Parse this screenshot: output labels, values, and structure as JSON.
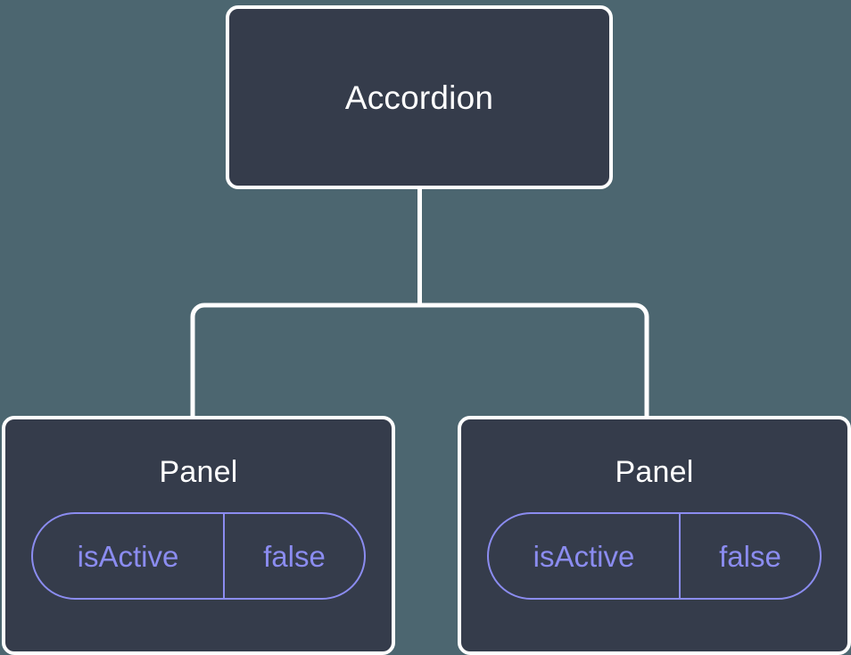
{
  "canvas": {
    "background_color": "#4c6670",
    "node_fill_color": "#353c4b",
    "node_border_color": "#ffffff",
    "connector_color": "#ffffff",
    "accent_color": "#8b8cf0"
  },
  "tree": {
    "root": {
      "label": "Accordion"
    },
    "children": [
      {
        "label": "Panel",
        "state": {
          "key": "isActive",
          "value": "false"
        }
      },
      {
        "label": "Panel",
        "state": {
          "key": "isActive",
          "value": "false"
        }
      }
    ]
  }
}
